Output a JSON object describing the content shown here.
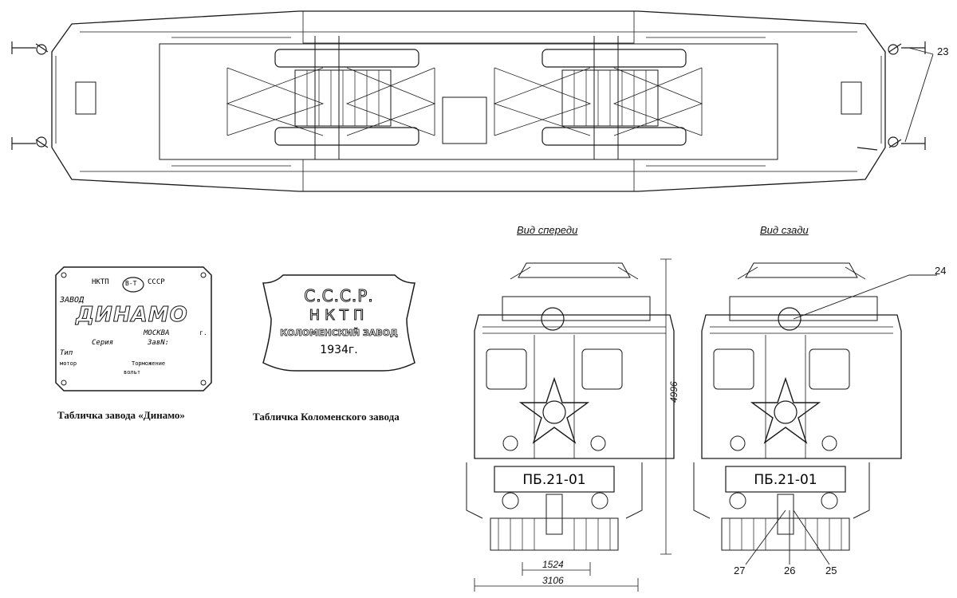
{
  "captions": {
    "dynamo": "Табличка завода «Динамо»",
    "kolomna": "Табличка Коломенского завода"
  },
  "views": {
    "front": "Вид спереди",
    "rear": "Вид сзади"
  },
  "callouts": {
    "c23": "23",
    "c24": "24",
    "c25": "25",
    "c26": "26",
    "c27": "27"
  },
  "dimensions": {
    "height": "4996",
    "gauge": "1524",
    "width": "3106"
  },
  "dynamo_plate": {
    "line1_left": "НКТП",
    "line1_right": "СССР",
    "logo": "В-Т",
    "zavod": "ЗАВОД",
    "name": "ДИНАМО",
    "city": "МОСКВА",
    "series": "Серия",
    "factory_no": "ЗавN:",
    "type": "Тип",
    "motor": "мотор",
    "brake": "Торможение",
    "volt": "вольт",
    "god": "г."
  },
  "kolomna_plate": {
    "line1": "С.С.С.Р.",
    "line2": "НКТП",
    "line3": "КОЛОМЕНСКИЙ ЗАВОД",
    "line4": "1934г."
  },
  "loco_number": {
    "front": "ПБ.21-01",
    "rear": "ПБ.21-01"
  }
}
